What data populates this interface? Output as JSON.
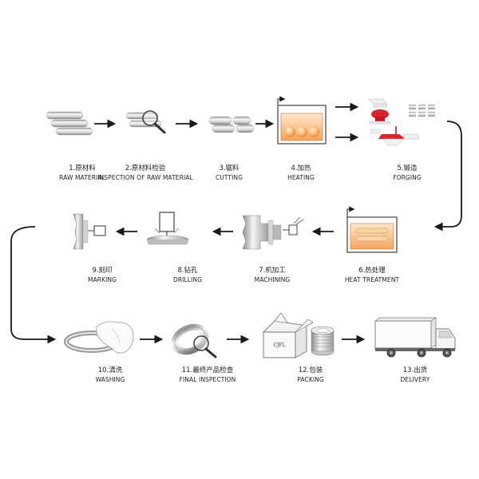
{
  "steps": [
    {
      "cn": "1.原材料",
      "en": "RAW MATERIAL",
      "icon": "raw-material-bars-icon"
    },
    {
      "cn": "2.原材料检验",
      "en": "INSPECTION OF RAW MATERIAL",
      "icon": "magnifier-bars-icon"
    },
    {
      "cn": "3.锯料",
      "en": "CUTTING",
      "icon": "cut-billets-icon"
    },
    {
      "cn": "4.加热",
      "en": "HEATING",
      "icon": "furnace-icon"
    },
    {
      "cn": "5.锻造",
      "en": "FORGING",
      "icon": "forging-press-icon"
    },
    {
      "cn": "6.热处理",
      "en": "HEAT TREATMENT",
      "icon": "heat-treatment-furnace-icon"
    },
    {
      "cn": "7.机加工",
      "en": "MACHINING",
      "icon": "lathe-icon"
    },
    {
      "cn": "8.钻孔",
      "en": "DRILLING",
      "icon": "drill-icon"
    },
    {
      "cn": "9.刻印",
      "en": "MARKING",
      "icon": "marking-icon"
    },
    {
      "cn": "10.清洗",
      "en": "WASHING",
      "icon": "washing-cloth-icon"
    },
    {
      "cn": "11.最终产品检查",
      "en": "FINAL INSPECTION",
      "icon": "magnifier-ring-icon"
    },
    {
      "cn": "12.包装",
      "en": "PACKING",
      "icon": "box-coil-icon"
    },
    {
      "cn": "13.出货",
      "en": "DELIVERY",
      "icon": "truck-icon"
    }
  ],
  "box_mark": "CJFL",
  "colors": {
    "arrow": "#1a1a1a",
    "steel_light": "#f4f4f4",
    "steel_mid": "#c9c9c9",
    "steel_dark": "#8a8a8a",
    "hot": "#f0a05a",
    "red": "#e0202a",
    "outline": "#555555"
  }
}
